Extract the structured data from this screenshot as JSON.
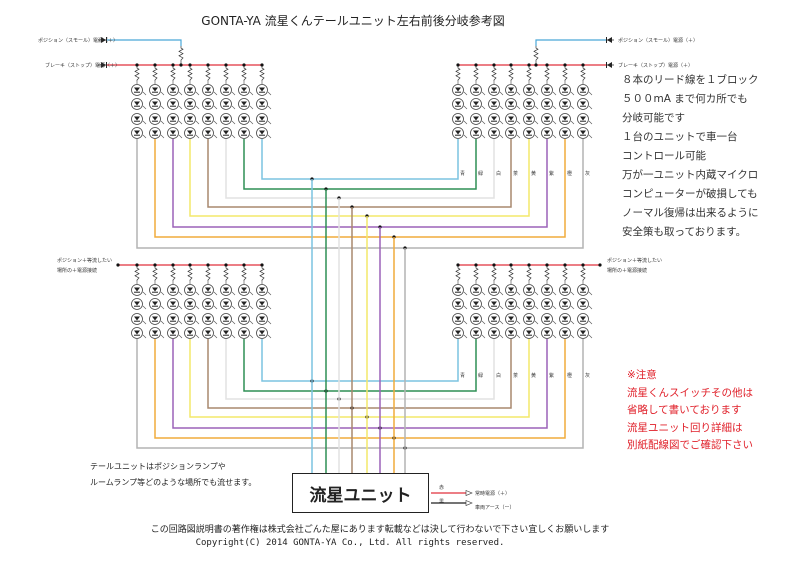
{
  "title": "GONTA-YA 流星くんテールユニット左右前後分岐参考図",
  "labels": {
    "position_power": "ポジション（スモール）電源（＋）",
    "brake_power": "ブレーキ（ストップ）電源（＋）",
    "custom_power_line1": "ポジション＋等流したい",
    "custom_power_line2": "場所の＋電源接続"
  },
  "wires": [
    {
      "label": "青",
      "color": "#7cc3e0"
    },
    {
      "label": "緑",
      "color": "#2f8f55"
    },
    {
      "label": "白",
      "color": "#e2e2e2"
    },
    {
      "label": "茶",
      "color": "#a8886e"
    },
    {
      "label": "黄",
      "color": "#f4e86a"
    },
    {
      "label": "紫",
      "color": "#9b62b8"
    },
    {
      "label": "橙",
      "color": "#f0ac3c"
    },
    {
      "label": "灰",
      "color": "#b4b4b4"
    }
  ],
  "colors": {
    "brake_bus": "#e0303c",
    "position_line": "#4aa8d8",
    "warning_text": "#e0202a"
  },
  "notes": [
    "８本のリード線を１ブロック",
    "５００mA まで何カ所でも",
    "分岐可能です",
    "１台のユニットで車一台",
    "コントロール可能",
    "万が一ユニット内蔵マイクロ",
    "コンピューターが破損しても",
    "ノーマル復帰は出来るように",
    "安全策も取っております。"
  ],
  "warnings": [
    "※注意",
    "流星くんスイッチその他は",
    "省略して書いております",
    "流星ユニット回り詳細は",
    "別紙配線図でご確認下さい"
  ],
  "left_note": [
    "テールユニットはポジションランプや",
    "ルームランプ等どのような場所でも流せます。"
  ],
  "unit": {
    "name": "流星ユニット",
    "outputs": [
      {
        "wire": "赤",
        "label": "常時電源（＋）",
        "color": "#e0303c"
      },
      {
        "wire": "黒",
        "label": "車両アース（ー）",
        "color": "#222222"
      }
    ]
  },
  "footer": {
    "copyright_notice": "この回路図説明書の著作権は株式会社ごんた屋にあります転載などは決して行わないで下さい宜しくお願いします",
    "copyright": "Copyright(C)  2014  GONTA-YA Co., Ltd.  All rights reserved."
  }
}
